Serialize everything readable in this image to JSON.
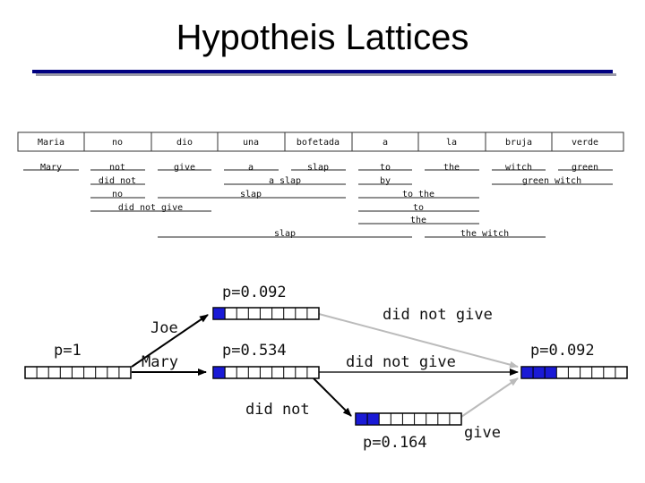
{
  "slide": {
    "title": "Hypotheis Lattices"
  },
  "colors": {
    "rule_navy": "#000080",
    "cell_blue": "#1a1ad6",
    "gray_arrow": "#bbbbbb"
  },
  "foreign_words": [
    "Maria",
    "no",
    "dio",
    "una",
    "bofetada",
    "a",
    "la",
    "bruja",
    "verde"
  ],
  "phrase_options": [
    "Mary",
    "not",
    "give",
    "a",
    "slap",
    "to",
    "the",
    "witch",
    "green",
    "did not",
    "a slap",
    "by",
    "green witch",
    "no",
    "slap",
    "to the",
    "to",
    "did not give",
    "the",
    "slap",
    "the witch"
  ],
  "lattice": {
    "start_prob": "p=1",
    "mid_prob": "p=0.534",
    "top_prob": "p=0.092",
    "bottom_prob": "p=0.164",
    "end_prob": "p=0.092",
    "edge_joe": "Joe",
    "edge_mary": "Mary",
    "edge_did_not_give_top": "did not give",
    "edge_did_not_give_mid": "did not give",
    "edge_did_not": "did not",
    "edge_give": "give"
  }
}
